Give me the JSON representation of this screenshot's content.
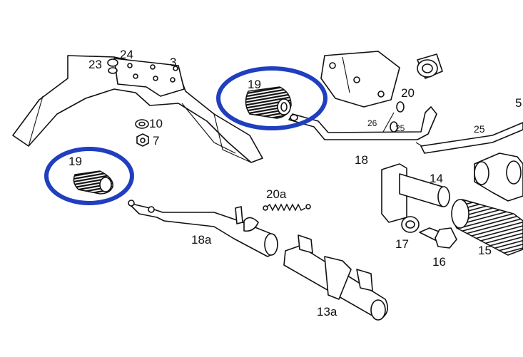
{
  "diagram": {
    "callout_color": "#1f3fbf",
    "labels": [
      {
        "id": "l23",
        "text": "23"
      },
      {
        "id": "l24",
        "text": "24"
      },
      {
        "id": "l3",
        "text": "3"
      },
      {
        "id": "l10",
        "text": "10"
      },
      {
        "id": "l7",
        "text": "7"
      },
      {
        "id": "l19a",
        "text": "19"
      },
      {
        "id": "l19b",
        "text": "19"
      },
      {
        "id": "l20",
        "text": "20"
      },
      {
        "id": "l26",
        "text": "26"
      },
      {
        "id": "l25a",
        "text": "25"
      },
      {
        "id": "l5",
        "text": "5"
      },
      {
        "id": "l25b",
        "text": "25"
      },
      {
        "id": "l18",
        "text": "18"
      },
      {
        "id": "l14",
        "text": "14"
      },
      {
        "id": "l20a",
        "text": "20a"
      },
      {
        "id": "l18a",
        "text": "18a"
      },
      {
        "id": "l17",
        "text": "17"
      },
      {
        "id": "l16",
        "text": "16"
      },
      {
        "id": "l15",
        "text": "15"
      },
      {
        "id": "l13a",
        "text": "13a"
      }
    ]
  }
}
